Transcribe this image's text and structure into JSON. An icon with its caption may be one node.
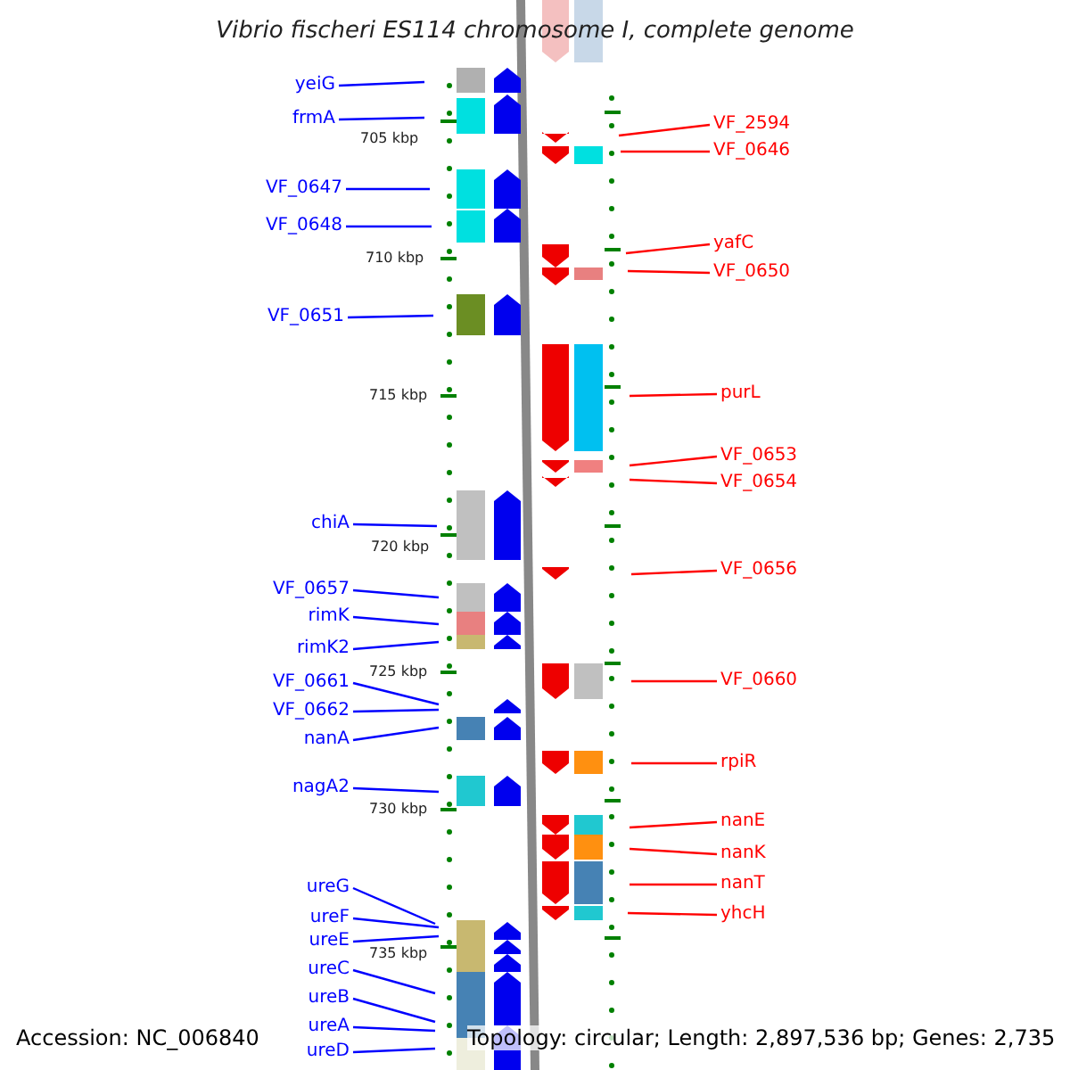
{
  "diagram": {
    "title": "Vibrio fischeri ES114 chromosome I, complete genome",
    "nodes": [
      {
        "text": [
          "yeiG"
        ]
      },
      {
        "text": [
          "frmA"
        ]
      },
      {
        "text": [
          "VF_0647"
        ]
      },
      {
        "text": [
          "VF_0648"
        ]
      },
      {
        "text": [
          "VF_0651"
        ]
      },
      {
        "text": [
          "chiA"
        ]
      },
      {
        "text": [
          "VF_0657"
        ]
      },
      {
        "text": [
          "rimK"
        ]
      },
      {
        "text": [
          "rimK2"
        ]
      },
      {
        "text": [
          "VF_0661"
        ]
      },
      {
        "text": [
          "VF_0662"
        ]
      },
      {
        "text": [
          "nanA"
        ]
      },
      {
        "text": [
          "nagA2"
        ]
      },
      {
        "text": [
          "ureG"
        ]
      },
      {
        "text": [
          "ureF"
        ]
      },
      {
        "text": [
          "ureE"
        ]
      },
      {
        "text": [
          "ureC"
        ]
      },
      {
        "text": [
          "ureB"
        ]
      },
      {
        "text": [
          "ureA"
        ]
      },
      {
        "text": [
          "ureD"
        ]
      },
      {
        "text": [
          "VF_2594"
        ]
      },
      {
        "text": [
          "VF_0646"
        ]
      },
      {
        "text": [
          "yafC"
        ]
      },
      {
        "text": [
          "VF_0650"
        ]
      },
      {
        "text": [
          "purL"
        ]
      },
      {
        "text": [
          "VF_0653"
        ]
      },
      {
        "text": [
          "VF_0654"
        ]
      },
      {
        "text": [
          "VF_0656"
        ]
      },
      {
        "text": [
          "VF_0660"
        ]
      },
      {
        "text": [
          "rpiR"
        ]
      },
      {
        "text": [
          "nanE"
        ]
      },
      {
        "text": [
          "nanK"
        ]
      },
      {
        "text": [
          "nanT"
        ]
      },
      {
        "text": [
          "yhcH"
        ]
      }
    ],
    "edges": [
      {
        "from": 0,
        "to": null,
        "arrow": "none"
      },
      {
        "from": 1,
        "to": null,
        "arrow": "none"
      },
      {
        "from": 2,
        "to": null,
        "arrow": "none"
      },
      {
        "from": 3,
        "to": null,
        "arrow": "none"
      },
      {
        "from": 4,
        "to": null,
        "arrow": "none"
      },
      {
        "from": 5,
        "to": null,
        "arrow": "none"
      },
      {
        "from": 6,
        "to": null,
        "arrow": "none"
      },
      {
        "from": 7,
        "to": null,
        "arrow": "none"
      },
      {
        "from": 8,
        "to": null,
        "arrow": "none"
      },
      {
        "from": 9,
        "to": null,
        "arrow": "none"
      },
      {
        "from": 10,
        "to": null,
        "arrow": "none"
      },
      {
        "from": 11,
        "to": null,
        "arrow": "none"
      },
      {
        "from": 12,
        "to": null,
        "arrow": "none"
      },
      {
        "from": 13,
        "to": null,
        "arrow": "none"
      },
      {
        "from": 14,
        "to": null,
        "arrow": "none"
      },
      {
        "from": 15,
        "to": null,
        "arrow": "none"
      },
      {
        "from": 16,
        "to": null,
        "arrow": "none"
      },
      {
        "from": 17,
        "to": null,
        "arrow": "none"
      },
      {
        "from": 18,
        "to": null,
        "arrow": "none"
      },
      {
        "from": 19,
        "to": null,
        "arrow": "none"
      },
      {
        "from": 20,
        "to": null,
        "arrow": "none",
        "color": "#ff0000"
      },
      {
        "from": 21,
        "to": null,
        "arrow": "none",
        "color": "#ff0000"
      },
      {
        "from": 22,
        "to": null,
        "arrow": "none",
        "color": "#ff0000"
      },
      {
        "from": 23,
        "to": null,
        "arrow": "none",
        "color": "#ff0000"
      },
      {
        "from": 24,
        "to": null,
        "arrow": "none",
        "color": "#ff0000"
      },
      {
        "from": 25,
        "to": null,
        "arrow": "none",
        "color": "#ff0000"
      },
      {
        "from": 26,
        "to": null,
        "arrow": "none",
        "color": "#ff0000"
      },
      {
        "from": 27,
        "to": null,
        "arrow": "none",
        "color": "#ff0000"
      },
      {
        "from": 28,
        "to": null,
        "arrow": "none",
        "color": "#ff0000"
      },
      {
        "from": 29,
        "to": null,
        "arrow": "none",
        "color": "#ff0000"
      },
      {
        "from": 30,
        "to": null,
        "arrow": "none",
        "color": "#ff0000"
      },
      {
        "from": 31,
        "to": null,
        "arrow": "none",
        "color": "#ff0000"
      },
      {
        "from": 32,
        "to": null,
        "arrow": "none",
        "color": "#ff0000"
      },
      {
        "from": 33,
        "to": null,
        "arrow": "none",
        "color": "#ff0000"
      }
    ],
    "labels": [
      "705 kbp",
      "710 kbp",
      "715 kbp",
      "720 kbp",
      "725 kbp",
      "730 kbp",
      "735 kbp",
      "Accession: NC_006840",
      "Topology: circular; Length: 2,897,536 bp; Genes: 2,735"
    ]
  }
}
